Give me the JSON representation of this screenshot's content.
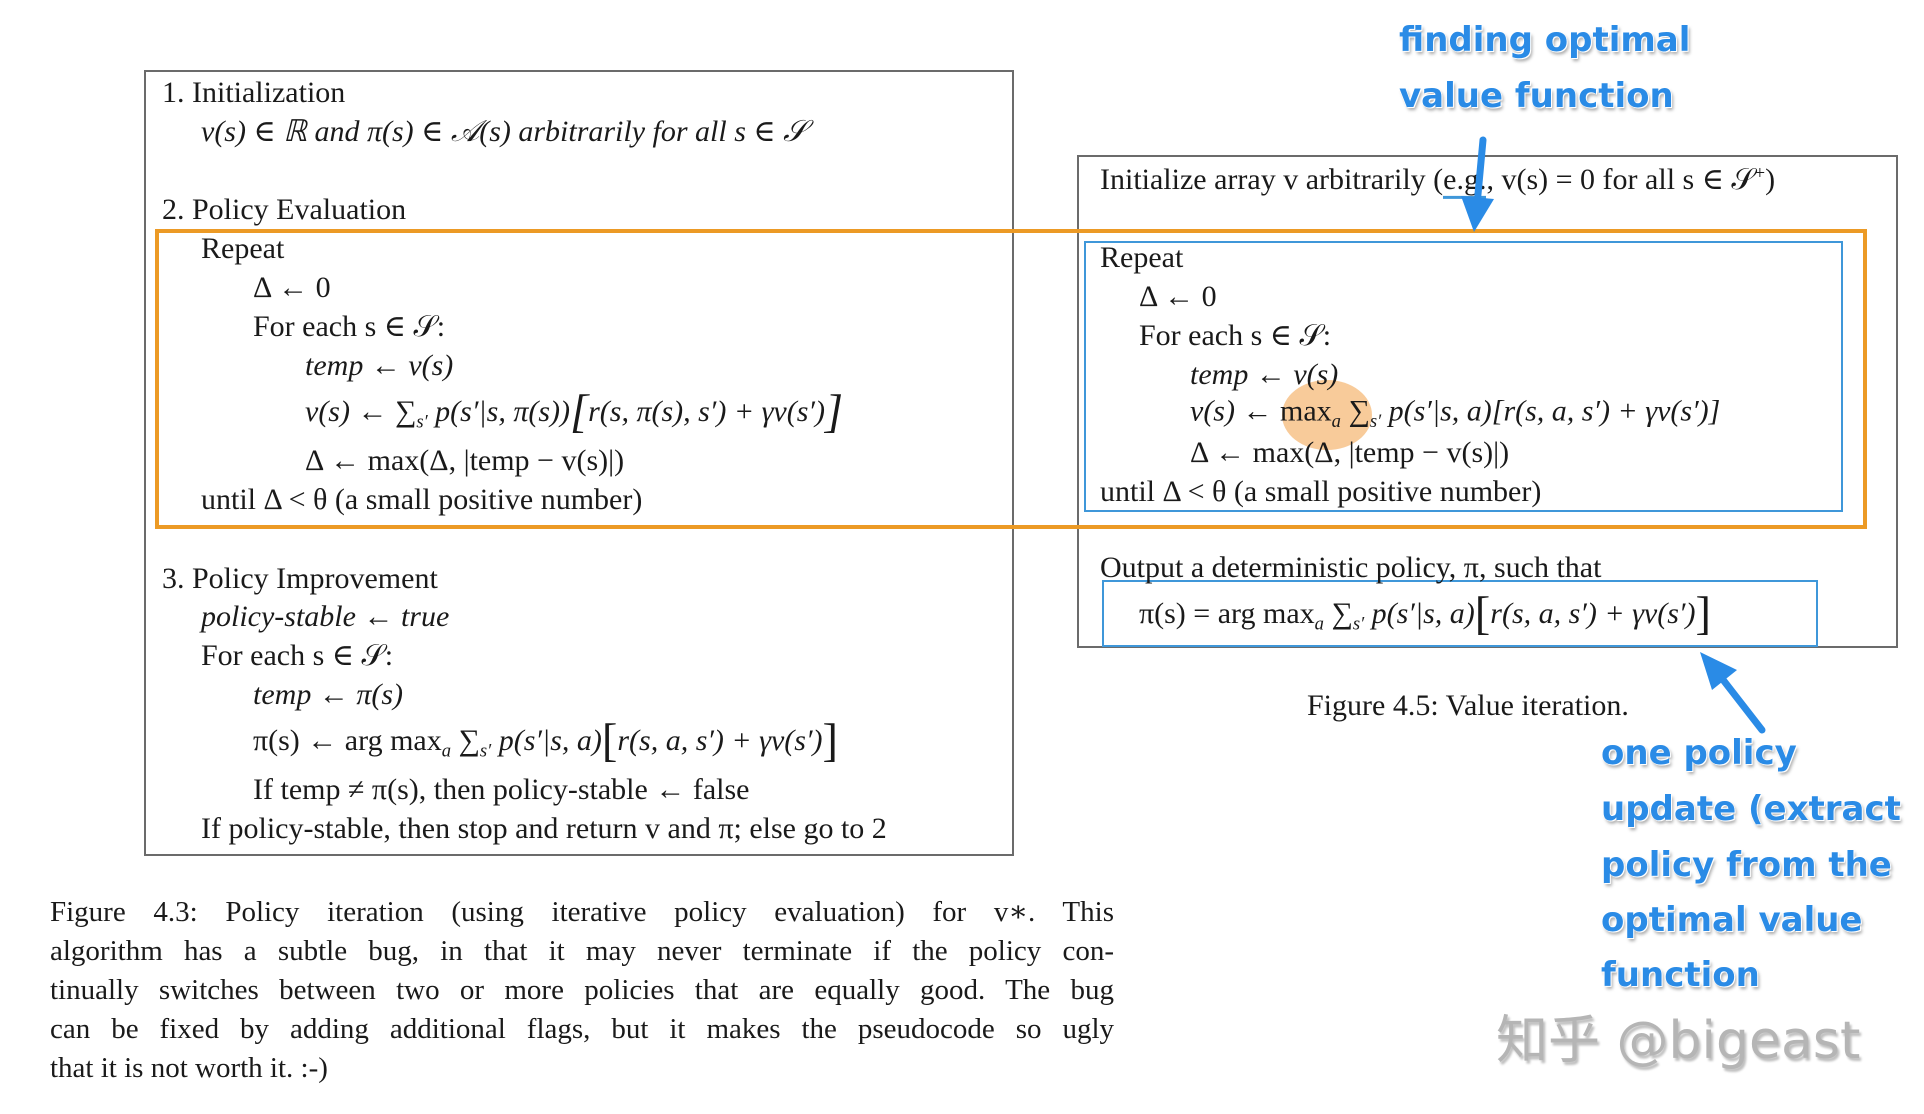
{
  "colors": {
    "orange_highlight": "#ec9a25",
    "blue_annotation": "#2a8be6",
    "blue_box": "#3f97d9",
    "box_border": "#6b6b6b",
    "max_highlight": "#f5b978",
    "watermark": "#b5b5b5"
  },
  "policy_iteration": {
    "step1_title": "1. Initialization",
    "step1_line": "v(s) ∈ ℝ and π(s) ∈ 𝒜(s) arbitrarily for all s ∈ 𝒮",
    "step2_title": "2. Policy Evaluation",
    "repeat": "Repeat",
    "delta_init": "Δ ← 0",
    "for_each": "For each s ∈ 𝒮:",
    "temp_assign": "temp ← v(s)",
    "v_update_lhs": "v(s) ← ∑",
    "v_update_sub": "s′",
    "v_update_mid": " p(s′|s, π(s))",
    "v_update_bracket": "r(s, π(s), s′) + γv(s′)",
    "delta_update": "Δ ← max(Δ, |temp − v(s)|)",
    "until": "until Δ < θ  (a small positive number)",
    "step3_title": "3. Policy Improvement",
    "policy_stable_init": "policy-stable ← true",
    "for_each_3": "For each s ∈ 𝒮:",
    "temp_pi": "temp ← π(s)",
    "pi_update_lhs": "π(s) ← arg max",
    "pi_update_sub_a": "a",
    "pi_update_sum": " ∑",
    "pi_update_sub_s": "s′",
    "pi_update_mid": " p(s′|s, a)",
    "pi_update_bracket": "r(s, a, s′) + γv(s′)",
    "if_temp": "If temp ≠ π(s), then policy-stable ← false",
    "if_stable": "If policy-stable, then stop and return v and π; else go to 2"
  },
  "caption_43": {
    "lines": [
      "Figure 4.3: Policy iteration (using iterative policy evaluation) for v∗.  This",
      "algorithm has a subtle bug, in that it may never terminate if the policy con-",
      "tinually switches between two or more policies that are equally good. The bug",
      "can be fixed by adding additional flags, but it makes the pseudocode so ugly",
      "that it is not worth it. :-)"
    ]
  },
  "value_iteration": {
    "init_a": "Initialize array v arbitrarily (",
    "init_eg": "e.g.",
    "init_b": ", v(s) = 0 for all s ∈ 𝒮",
    "init_sup": "+",
    "init_c": ")",
    "repeat": "Repeat",
    "delta_init": "Δ ← 0",
    "for_each": "For each s ∈ 𝒮:",
    "temp_assign": "temp ← v(s)",
    "v_update_lhs": "v(s) ← ",
    "v_update_max": "max",
    "v_update_sub_a": "a",
    "v_update_sum": " ∑",
    "v_update_sub_s": "s′",
    "v_update_rest": " p(s′|s, a)[r(s, a, s′) + γv(s′)]",
    "delta_update": "Δ ← max(Δ, |temp − v(s)|)",
    "until": "until Δ < θ (a small positive number)",
    "output_line": "Output a deterministic policy, π, such that",
    "policy_lhs": "π(s) = arg max",
    "policy_sub_a": "a",
    "policy_sum": " ∑",
    "policy_sub_s": "s′",
    "policy_mid": " p(s′|s, a)",
    "policy_bracket": "r(s, a, s′) + γv(s′)"
  },
  "caption_45": "Figure 4.5: Value iteration.",
  "annotations": {
    "top_line1": "finding optimal",
    "top_line2": "value function",
    "bottom_lines": [
      "one policy",
      "update (extract",
      "policy from the",
      "optimal value",
      "function"
    ]
  },
  "watermark": "知乎 @bigeast"
}
